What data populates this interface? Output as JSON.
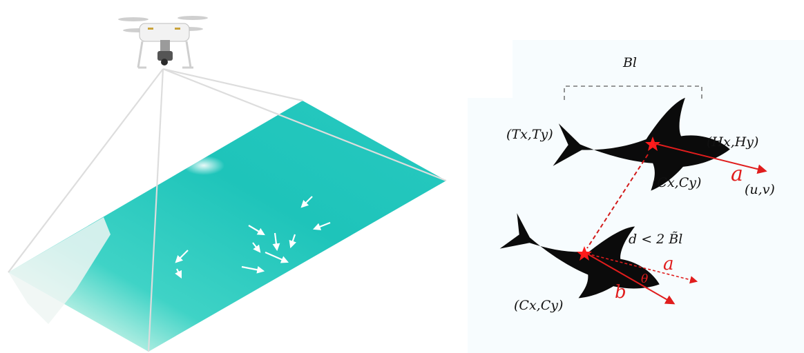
{
  "colors": {
    "water_light": "#5fe0d6",
    "water_mid": "#1fc7bd",
    "water_deep": "#12aba4",
    "sand": "#e7f2ee",
    "panel_bg": "#f7fcfe",
    "shark": "#0b0b0b",
    "marker": "#ff1b1b",
    "vector": "#e01d1d",
    "bracket": "#777777"
  },
  "icons": {
    "drone": "quadcopter-drone-icon",
    "shark": "shark-silhouette-icon",
    "centroid": "star-marker-icon"
  },
  "labels": {
    "body_length": "Bl",
    "tail_point": "(Tx,Ty)",
    "head_point": "(Hx,Hy)",
    "centroid_top": "(Cx,Cy)",
    "centroid_bottom": "(Cx,Cy)",
    "velocity": "(u,v)",
    "distance_condition": "d < 2 B̃l",
    "major_axis_top": "a",
    "major_axis_bottom": "a",
    "minor_axis_bottom": "b",
    "angle": "θ"
  }
}
